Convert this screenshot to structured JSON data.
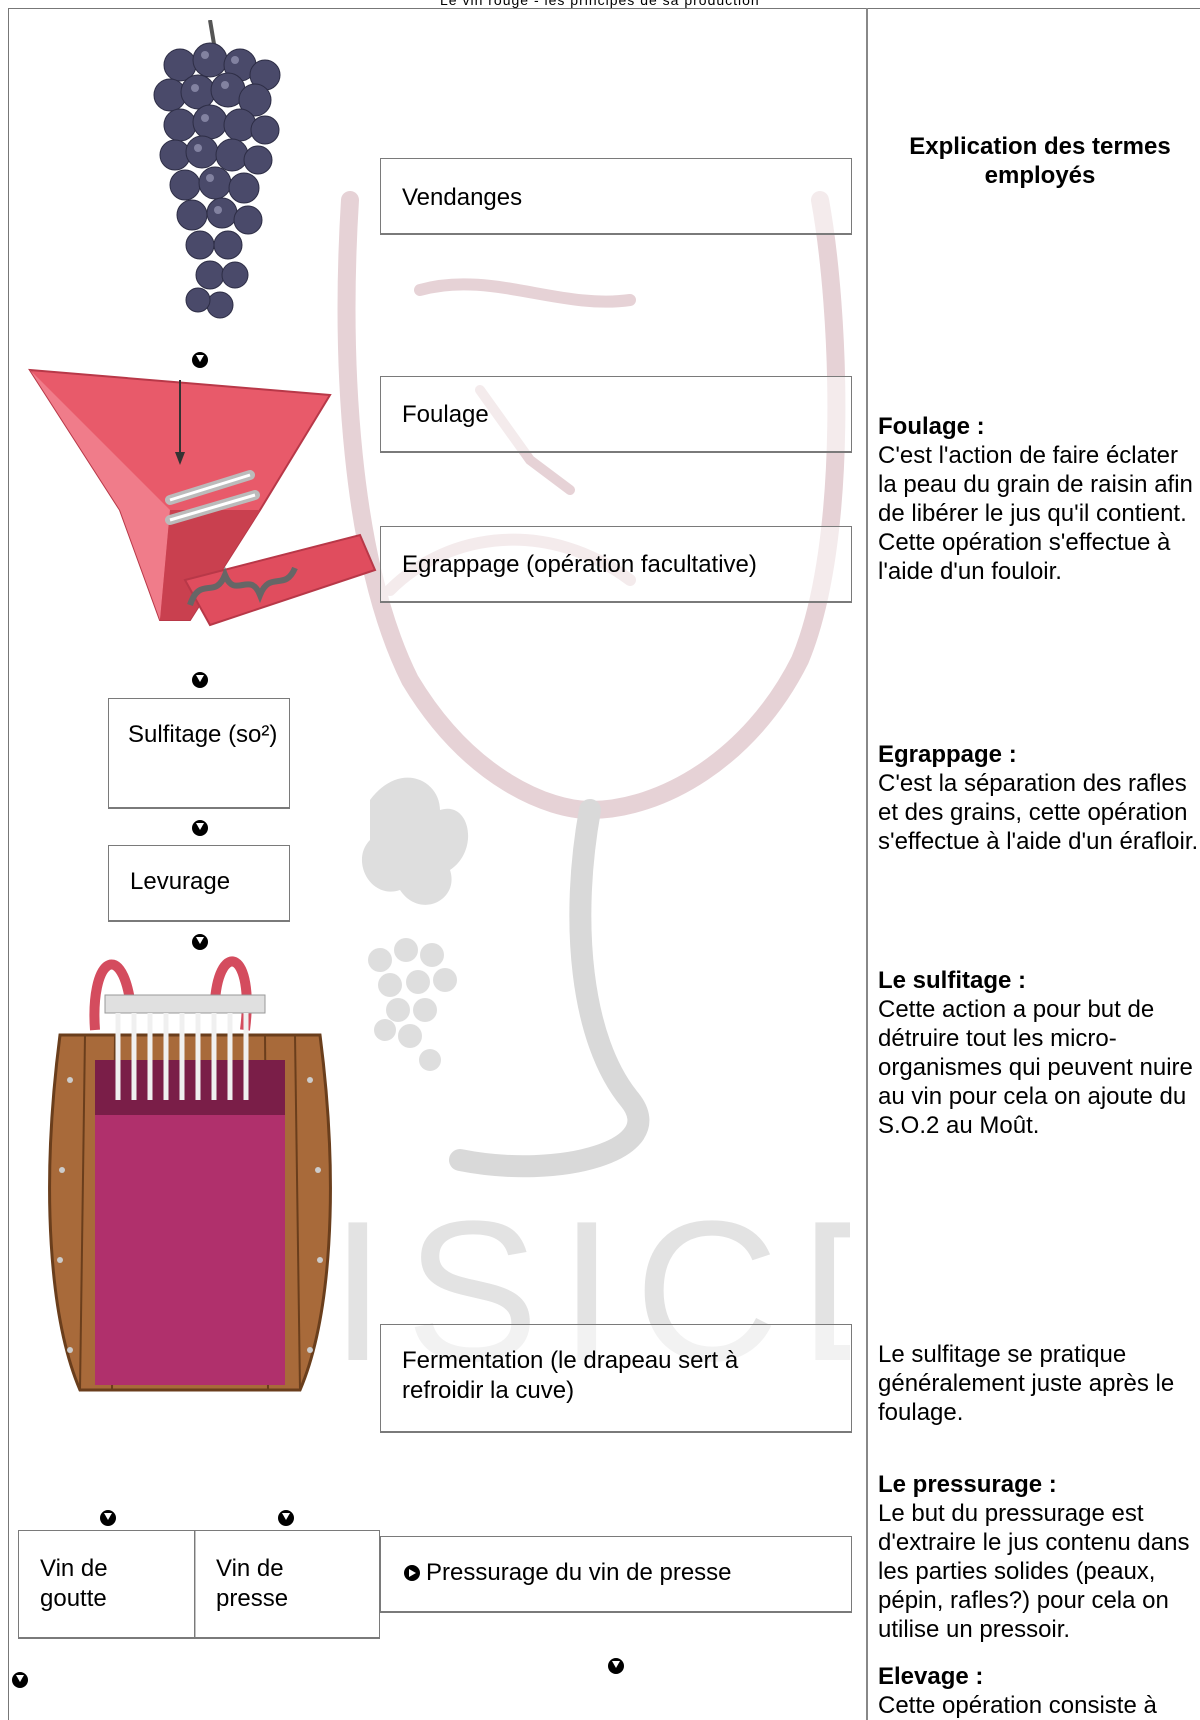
{
  "top_text": "Le vin rouge - les principes de sa production",
  "steps": {
    "vendanges": "Vendanges",
    "foulage": "Foulage",
    "egrappage": "Egrappage (opération facultative)",
    "sulfitage": "Sulfitage (so²)",
    "levurage": "Levurage",
    "fermentation": "Fermentation (le drapeau sert à refroidir la cuve)",
    "vin_goutte": "Vin de goutte",
    "vin_presse": "Vin de presse",
    "pressurage_vin_presse": "Pressurage du vin de presse"
  },
  "sidebar": {
    "title": "Explication des termes employés",
    "terms": [
      {
        "heading": "Foulage :",
        "text": "C'est l'action de faire éclater la peau du grain de raisin afin de libérer le jus qu'il contient. Cette opération s'effectue à l'aide d'un fouloir."
      },
      {
        "heading": "Egrappage :",
        "text": "C'est la séparation des rafles et des grains, cette opération s'effectue à l'aide d'un érafloir."
      },
      {
        "heading": "Le sulfitage :",
        "text": "Cette action a pour but de détruire tout les micro-organismes qui peuvent nuire au vin pour cela on ajoute du S.O.2 au Moût."
      },
      {
        "heading": "",
        "text": "Le sulfitage se pratique généralement juste après le foulage."
      },
      {
        "heading": "Le pressurage :",
        "text": "Le but du pressurage est d'extraire le jus contenu dans les parties solides (peaux, pépin, rafles?) pour cela on utilise un pressoir."
      },
      {
        "heading": "Elevage :",
        "text": "Cette opération consiste à"
      }
    ]
  },
  "watermark_text": "ISICD",
  "colors": {
    "hopper": "#e85a6a",
    "barrel_wine": "#b0306c",
    "grape": "#4a4a6a",
    "wood": "#a86a3a"
  }
}
